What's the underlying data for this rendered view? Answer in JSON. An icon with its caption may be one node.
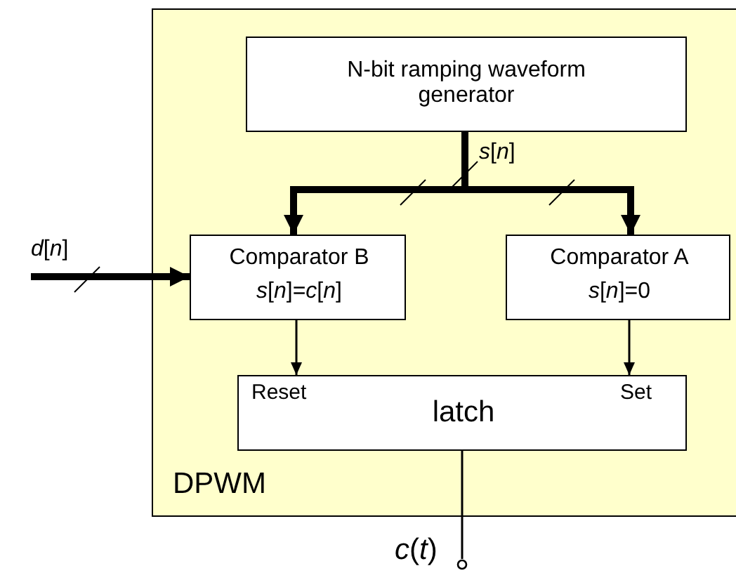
{
  "diagram": {
    "nodes": [
      {
        "text": [
          "DPWM"
        ]
      },
      {
        "text": [
          "N-bit ramping waveform generator"
        ],
        "in": 0
      },
      {
        "text": [
          "Comparator B",
          "*s*[*n*]=*c*[*n*]"
        ],
        "in": 0
      },
      {
        "text": [
          "Comparator A",
          "*s*[*n*]=0"
        ],
        "in": 0
      },
      {
        "text": [
          "Reset",
          "latch",
          "Set"
        ],
        "in": 0
      },
      {
        "text": [],
        "shape": "circle",
        "beside": [
          "*c*(*t*)"
        ]
      }
    ],
    "edges": [
      {
        "from": 1,
        "to": 2,
        "arrow": "to",
        "style": "thick",
        "label": "*s*[*n*]"
      },
      {
        "from": 1,
        "to": 3,
        "arrow": "to",
        "style": "thick"
      },
      {
        "from": null,
        "to": 2,
        "arrow": "to",
        "style": "thick",
        "label": "*d*[*n*]"
      },
      {
        "from": 2,
        "to": 4,
        "arrow": "to"
      },
      {
        "from": 3,
        "to": 4,
        "arrow": "to"
      },
      {
        "from": 4,
        "to": 5,
        "arrow": "none"
      }
    ]
  }
}
